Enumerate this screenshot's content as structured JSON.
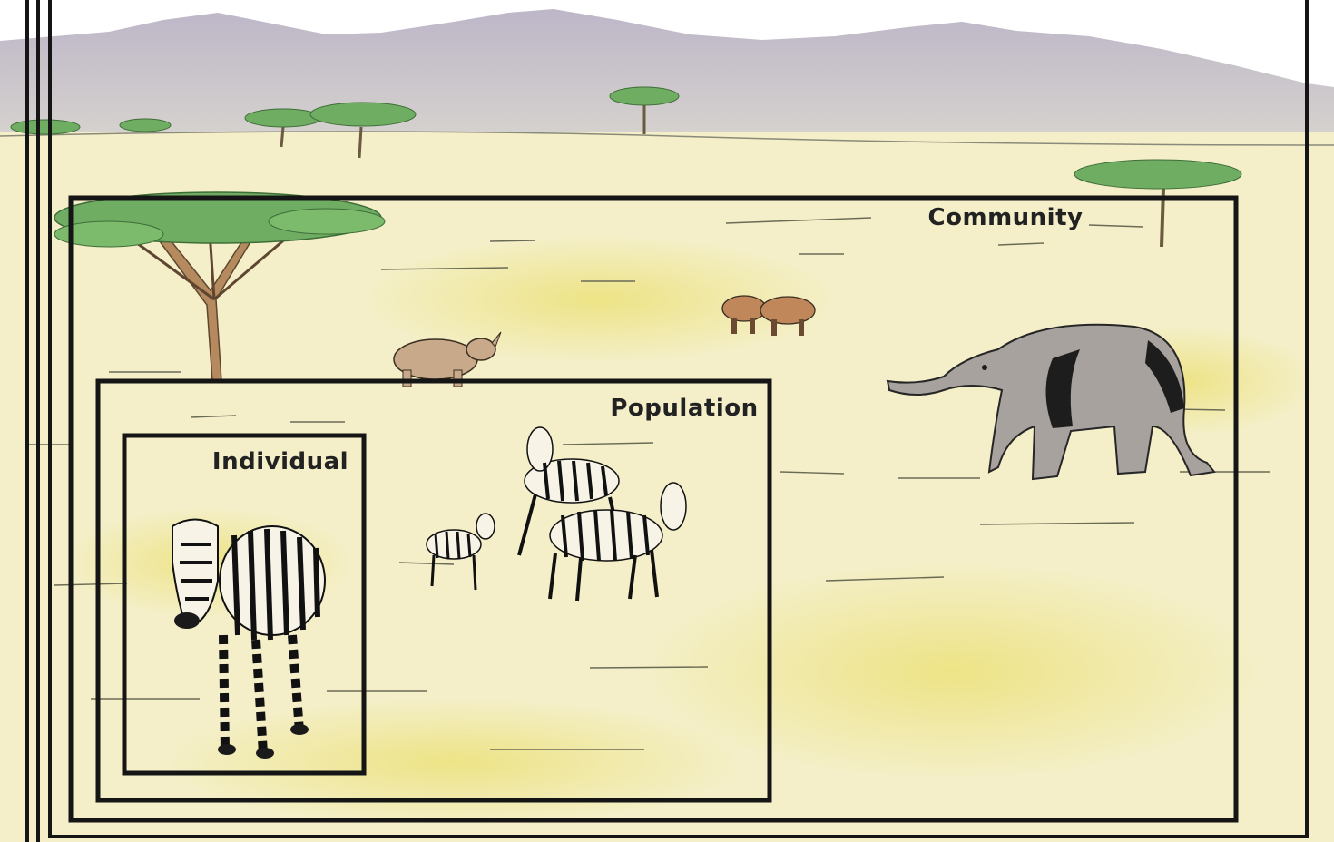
{
  "labels": {
    "community": "Community",
    "population": "Population",
    "individual": "Individual"
  },
  "colors": {
    "sky": "#ffffff",
    "mountain": "#c9c2cf",
    "grass_light": "#f4efc8",
    "grass_yellow": "#ece17a",
    "frame": "#151515",
    "tree_canopy": "#6fae62",
    "trunk": "#b58a5e",
    "elephant": "#a7a29e",
    "rhino": "#c8a98a",
    "wildebeest": "#c0875b"
  },
  "icons": [
    "acacia-tree-icon",
    "zebra-icon",
    "elephant-icon",
    "rhino-icon",
    "wildebeest-icon",
    "mountain-icon"
  ]
}
